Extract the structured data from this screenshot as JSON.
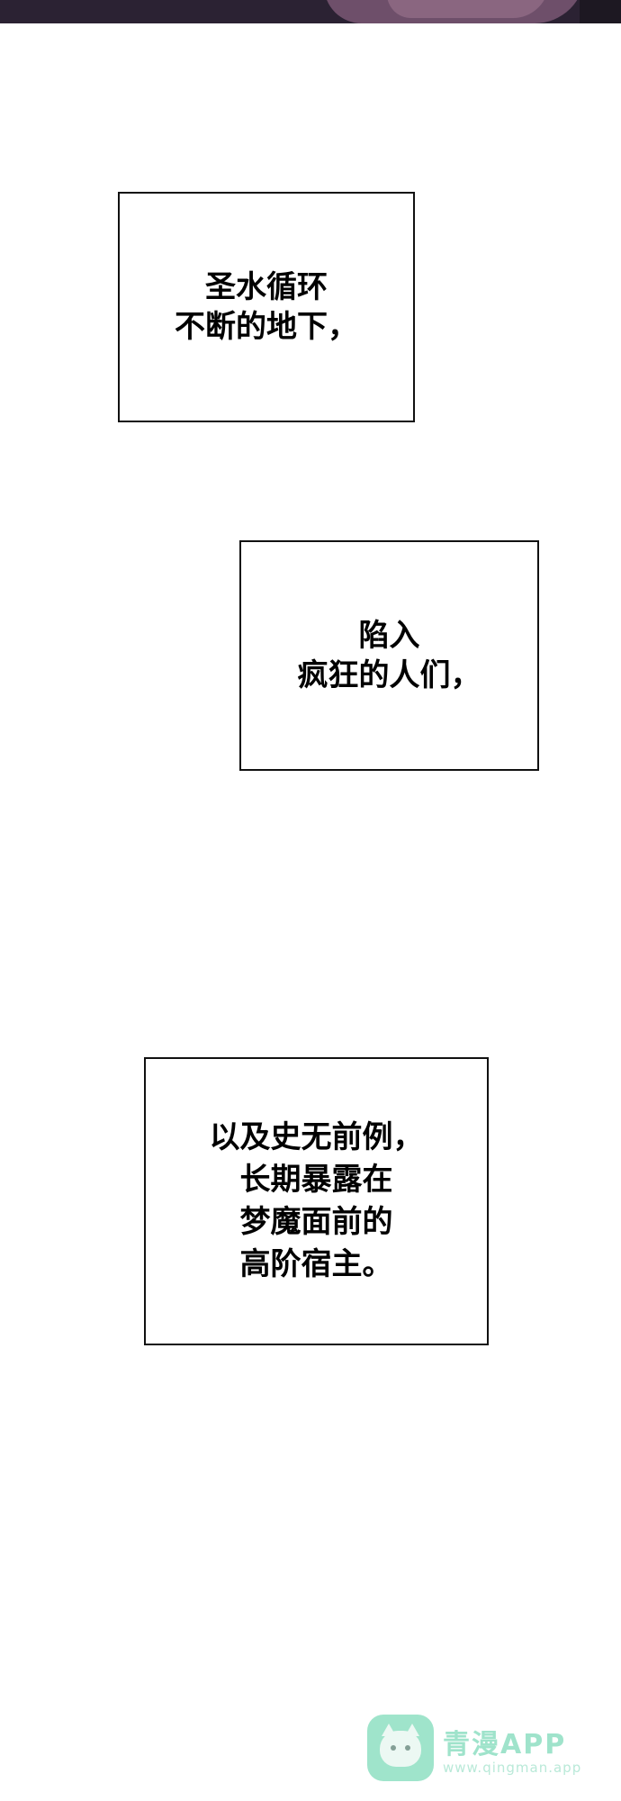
{
  "captions": [
    {
      "text": "圣水循环\n不断的地下，"
    },
    {
      "text": "陷入\n疯狂的人们，"
    },
    {
      "text": "以及史无前例，\n长期暴露在\n梦魔面前的\n高阶宿主。"
    }
  ],
  "watermark": {
    "logo_icon": "cat-face-icon",
    "title": "青漫APP",
    "url": "www.qingman.app",
    "color": "#9fe3cb"
  }
}
